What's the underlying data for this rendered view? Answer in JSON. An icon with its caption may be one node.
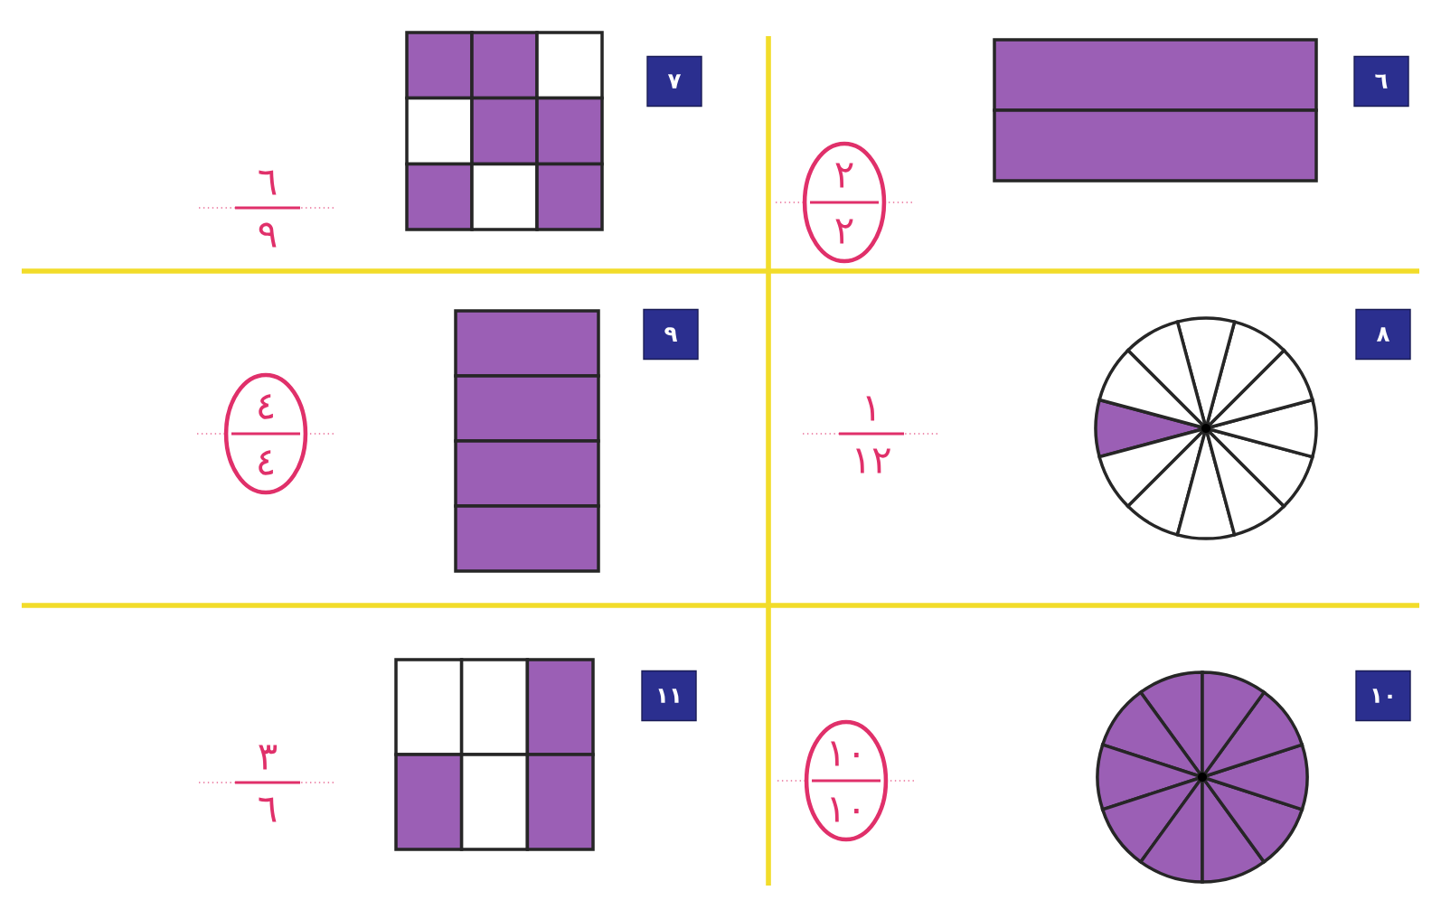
{
  "diagram": {
    "nodes": [
      {
        "text": [
          "٦"
        ]
      },
      {
        "text": [
          "٢",
          "٢"
        ]
      },
      {
        "text": [
          "٧"
        ]
      },
      {
        "text": [
          "٨"
        ]
      },
      {
        "text": [
          "٩"
        ]
      },
      {
        "text": [
          "٤",
          "٤"
        ]
      },
      {
        "text": [
          "١٠"
        ]
      },
      {
        "text": [
          "١٠",
          "١٠"
        ]
      },
      {
        "text": [
          "١١"
        ]
      }
    ],
    "labels": [
      "٦",
      "٩",
      "١",
      "١٢",
      "٣",
      "٦"
    ]
  }
}
